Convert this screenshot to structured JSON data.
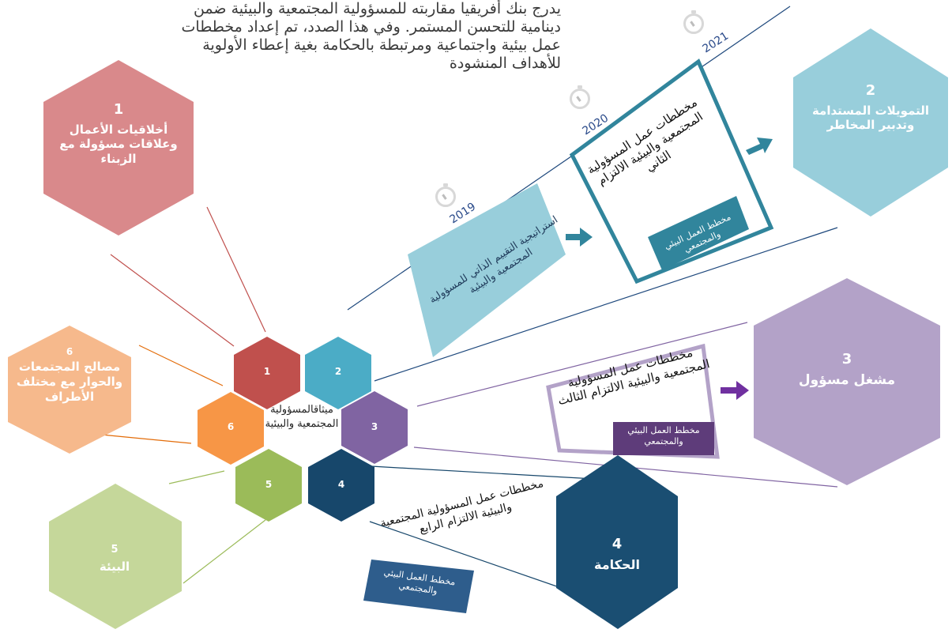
{
  "intro_text": "يدرج بنك أفريقيا مقاربته للمسؤولية المجتمعية والبيئية ضمن دينامية للتحسن المستمر. وفي هذا الصدد، تم إعداد مخططات عمل بيئية واجتماعية ومرتبطة بالحكامة بغية إعطاء الأولوية للأهداف المنشودة",
  "center_label": "ميثاقالمسؤولية المجتمعية والبيئية",
  "small_hexes": {
    "h1": "1",
    "h2": "2",
    "h3": "3",
    "h4": "4",
    "h5": "5",
    "h6": "6"
  },
  "pillars": {
    "p1": {
      "num": "1",
      "title": "أخلاقيات الأعمال وعلاقات مسؤولة مع الزبناء"
    },
    "p2": {
      "num": "2",
      "title": "التمويلات المستدامة وتدبير المخاطر"
    },
    "p3": {
      "num": "3",
      "title": "مشغل مسؤول"
    },
    "p4": {
      "num": "4",
      "title": "الحكامة"
    },
    "p5": {
      "num": "5",
      "title": "البيئة"
    },
    "p6": {
      "num": "6",
      "title": "مصالح المجتمعات والحوار مع مختلف الأطراف"
    }
  },
  "years": {
    "y2019": "2019",
    "y2020": "2020",
    "y2021": "2021"
  },
  "timeline": {
    "self_assessment": "استراتيجية التقييم الذاتي للمسؤولية المجتمعية والبيئية",
    "commitment_2": "مخططات عمل المسؤولية المجتمعية والبيئية الالتزام الثاني",
    "commitment_3": "مخططات عمل المسؤولية المجتمعية والبيئية الالتزام الثالث",
    "commitment_4": "مخططات عمل المسؤولية المجتمعية والبيئية الالتزام الرابع",
    "action_plan": "مخطط العمل البيئي والمجتمعي"
  },
  "colors": {
    "pillar1": "#d9898b",
    "pillar2": "#98cedb",
    "pillar3": "#b3a2c8",
    "pillar4": "#1a4e72",
    "pillar5": "#c5d79a",
    "pillar6": "#f6b98c",
    "hex1": "#c0504d",
    "hex2": "#4bacc6",
    "hex3": "#8064a2",
    "hex4": "#17476b",
    "hex5": "#9bbb59",
    "hex6": "#f79646",
    "teal_frame": "#31859c",
    "purple_frame": "#b3a2c8",
    "navy_tag": "#2e5d8c"
  }
}
